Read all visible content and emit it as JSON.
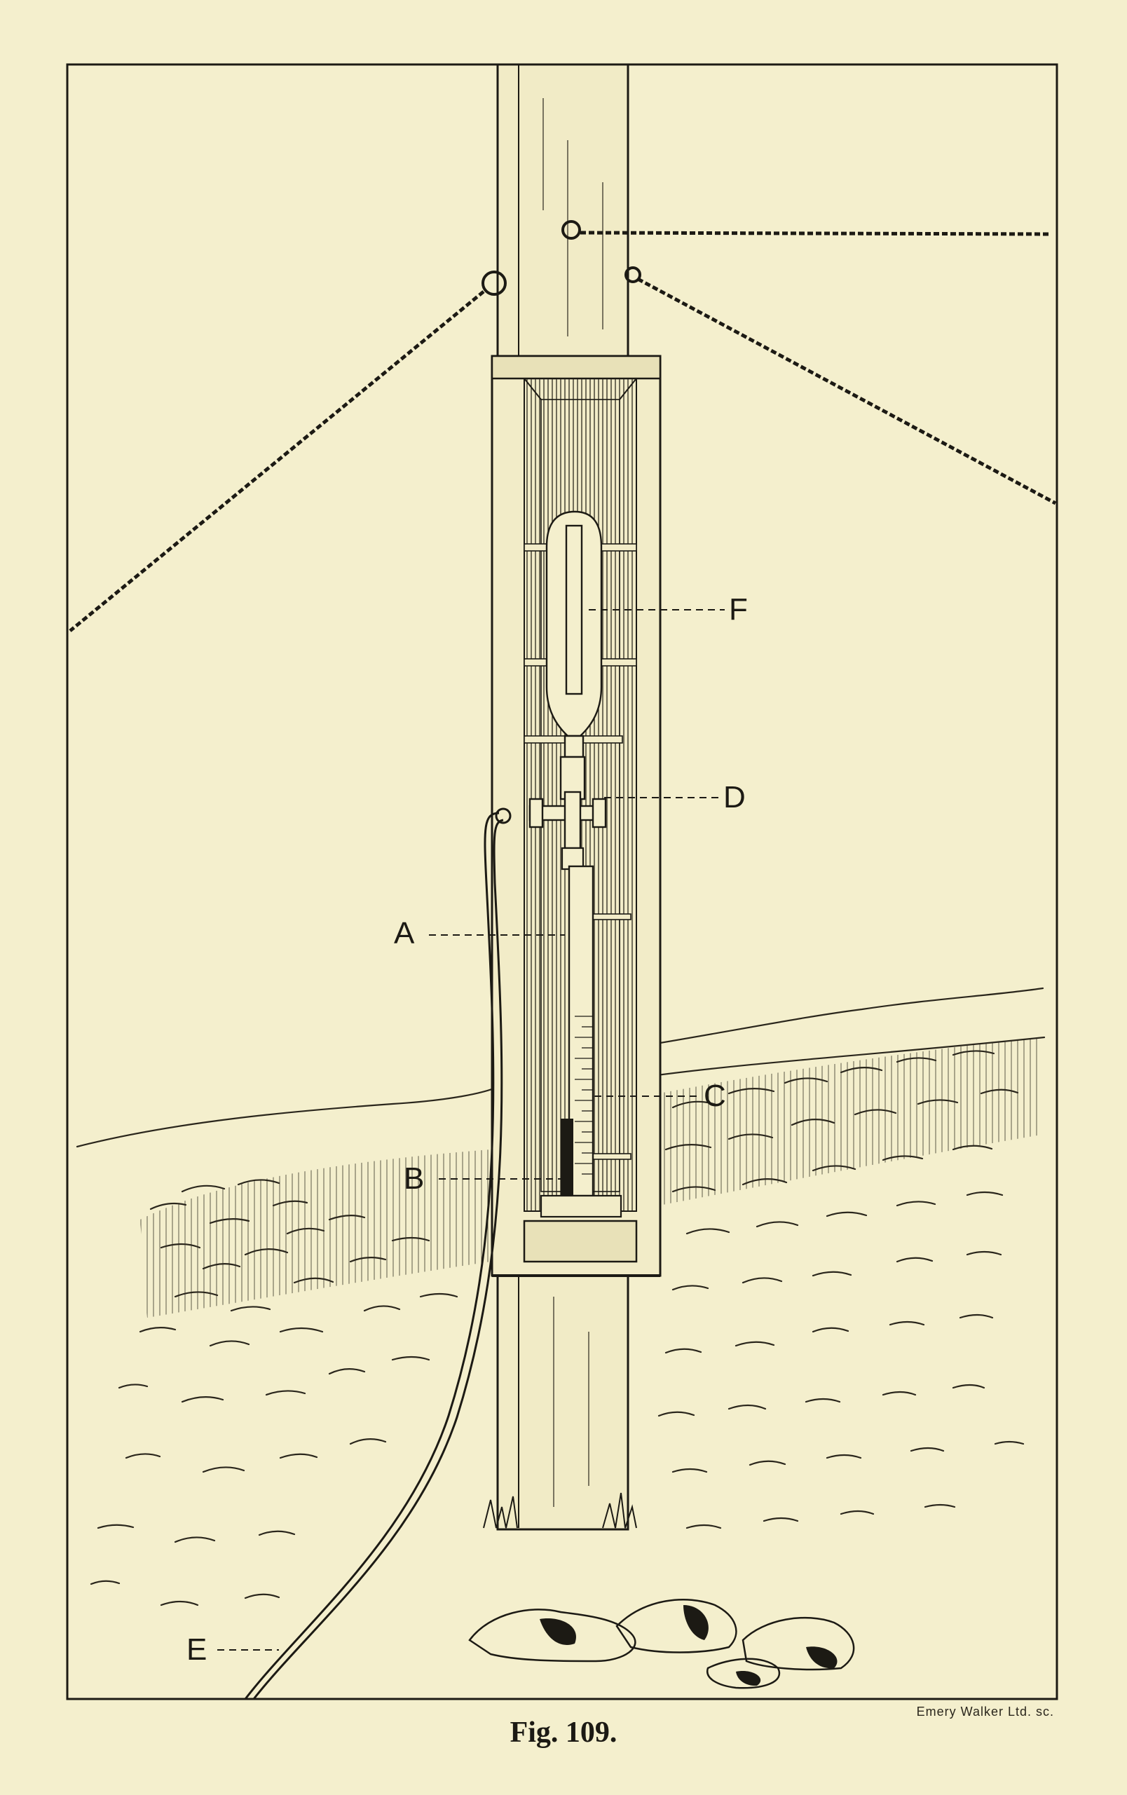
{
  "figure": {
    "caption": "Fig. 109.",
    "engraver_credit": "Emery Walker Ltd. sc.",
    "callouts": [
      {
        "key": "F",
        "text": "F"
      },
      {
        "key": "D",
        "text": "D"
      },
      {
        "key": "A",
        "text": "A"
      },
      {
        "key": "C",
        "text": "C"
      },
      {
        "key": "B",
        "text": "B"
      },
      {
        "key": "E",
        "text": "E"
      }
    ]
  },
  "colors": {
    "paper": "#f4efcd",
    "ink": "#1c1a14"
  }
}
